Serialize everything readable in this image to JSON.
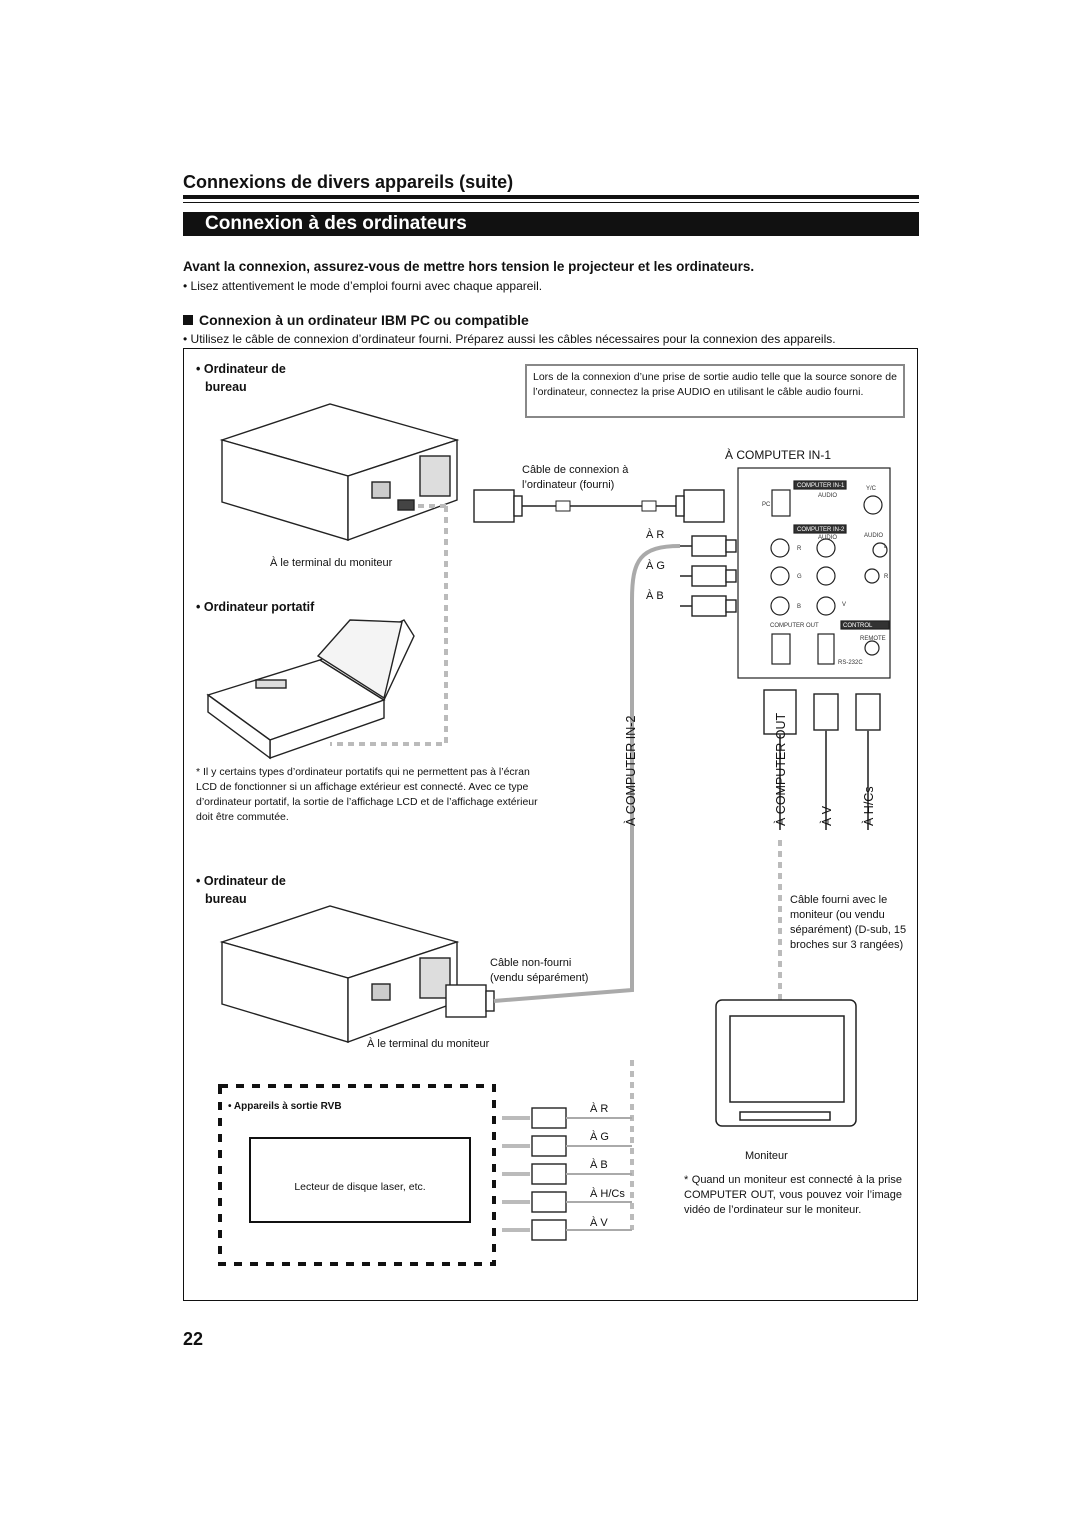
{
  "header": {
    "section": "Connexions de divers appareils (suite)",
    "title": "Connexion à des ordinateurs"
  },
  "intro": {
    "warning": "Avant la connexion, assurez-vous de mettre hors tension le projecteur et les ordinateurs.",
    "note": "• Lisez attentivement le mode d’emploi fourni avec chaque appareil."
  },
  "subsection": {
    "title": "Connexion à un ordinateur IBM PC ou compatible",
    "note": "• Utilisez le câble de connexion d’ordinateur fourni. Préparez aussi les câbles nécessaires pour la connexion des appareils."
  },
  "diagram": {
    "audio_note": "Lors de la connexion d’une prise de sortie audio telle que la source sonore de l’ordinateur, connectez la prise AUDIO en utilisant le câble audio fourni.",
    "desktop1_label_line1": "• Ordinateur de",
    "desktop1_label_line2": "bureau",
    "monitor_terminal_1": "À le terminal du moniteur",
    "laptop_label": "• Ordinateur portatif",
    "laptop_note": "* Il y certains types d’ordinateur portatifs qui ne permettent pas à l’écran LCD de fonctionner si un affichage extérieur est connecté. Avec ce type d’ordinateur portatif, la sortie de l’affichage LCD et de l’affichage extérieur doit être commutée.",
    "desktop2_label_line1": "• Ordinateur de",
    "desktop2_label_line2": "bureau",
    "monitor_terminal_2": "À le terminal du moniteur",
    "cable_supplied_line1": "Câble de connexion à",
    "cable_supplied_line2": "l’ordinateur (fourni)",
    "cable_not_supplied_line1": "Câble non-fourni",
    "cable_not_supplied_line2": "(vendu séparément)",
    "computer_in1": "À COMPUTER IN-1",
    "computer_in2": "À COMPUTER IN-2",
    "computer_out": "À COMPUTER OUT",
    "to_v": "À V",
    "to_hcs": "À H/Cs",
    "rgb_top": [
      "À R",
      "À G",
      "À B"
    ],
    "rgb_devices_label": "• Appareils à sortie RVB",
    "rgb_devices_example": "Lecteur de disque laser, etc.",
    "rgb_bottom": [
      "À R",
      "À G",
      "À B",
      "À H/Cs",
      "À V"
    ],
    "monitor_cable_note": "Câble fourni avec le moniteur (ou vendu séparément) (D-sub, 15 broches sur 3 rangées)",
    "monitor_label": "Moniteur",
    "monitor_note": "* Quand un moniteur est connecté à la prise COMPUTER OUT, vous pouvez voir l’image vidéo de l’ordinateur sur le moniteur.",
    "panel": {
      "computer_in1": "COMPUTER IN-1",
      "computer_in2": "COMPUTER IN-2",
      "audio": "AUDIO",
      "yc": "Y/C",
      "pc": "PC",
      "r": "R",
      "g": "G",
      "b": "B",
      "v": "V",
      "l": "L",
      "computer_out": "COMPUTER OUT",
      "control": "CONTROL",
      "remote": "REMOTE",
      "rs232c": "RS-232C"
    }
  },
  "footer": {
    "page_number": "22"
  }
}
